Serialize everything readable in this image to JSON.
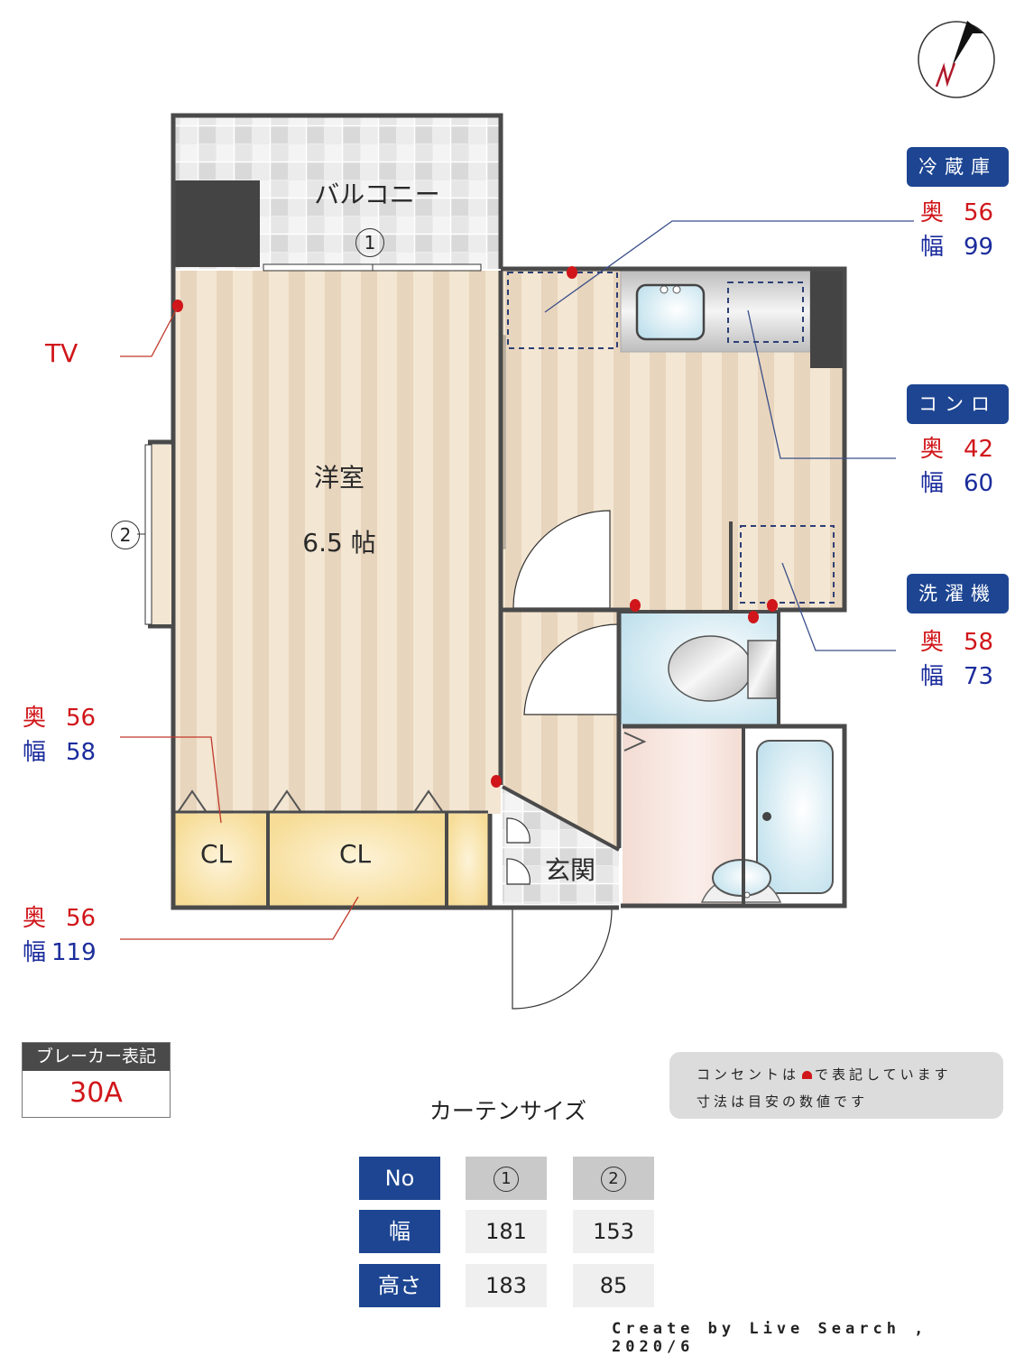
{
  "compass": {
    "label": "N",
    "icon": "north-arrow-icon"
  },
  "rooms": {
    "balcony": "バルコニー",
    "western_room": "洋室",
    "western_room_size": "6.5 帖",
    "closet_1": "CL",
    "closet_2": "CL",
    "entrance": "玄関"
  },
  "windows": {
    "w1": "1",
    "w2": "2"
  },
  "tv_label": "TV",
  "appliances": [
    {
      "name": "冷蔵庫",
      "depth_label": "奥",
      "depth": "56",
      "width_label": "幅",
      "width": "99"
    },
    {
      "name": "コンロ",
      "depth_label": "奥",
      "depth": "42",
      "width_label": "幅",
      "width": "60"
    },
    {
      "name": "洗濯機",
      "depth_label": "奥",
      "depth": "58",
      "width_label": "幅",
      "width": "73"
    }
  ],
  "closets": [
    {
      "depth_label": "奥",
      "depth": "56",
      "width_label": "幅",
      "width": "58"
    },
    {
      "depth_label": "奥",
      "depth": "56",
      "width_label": "幅",
      "width": "119"
    }
  ],
  "breaker": {
    "title": "ブレーカー表記",
    "value": "30A"
  },
  "notes": {
    "line1_pre": "コンセントは",
    "line1_post": "で表記しています",
    "line2": "寸法は目安の数値です"
  },
  "curtain": {
    "title": "カーテンサイズ",
    "row_headers": [
      "No",
      "幅",
      "高さ"
    ],
    "columns": [
      {
        "no": "1",
        "width": "181",
        "height": "183"
      },
      {
        "no": "2",
        "width": "153",
        "height": "85"
      }
    ]
  },
  "credit": "Create by Live Search , 2020/6",
  "colors": {
    "navy": "#1d4592",
    "red": "#d0161a",
    "wall": "#4a4a4a"
  }
}
